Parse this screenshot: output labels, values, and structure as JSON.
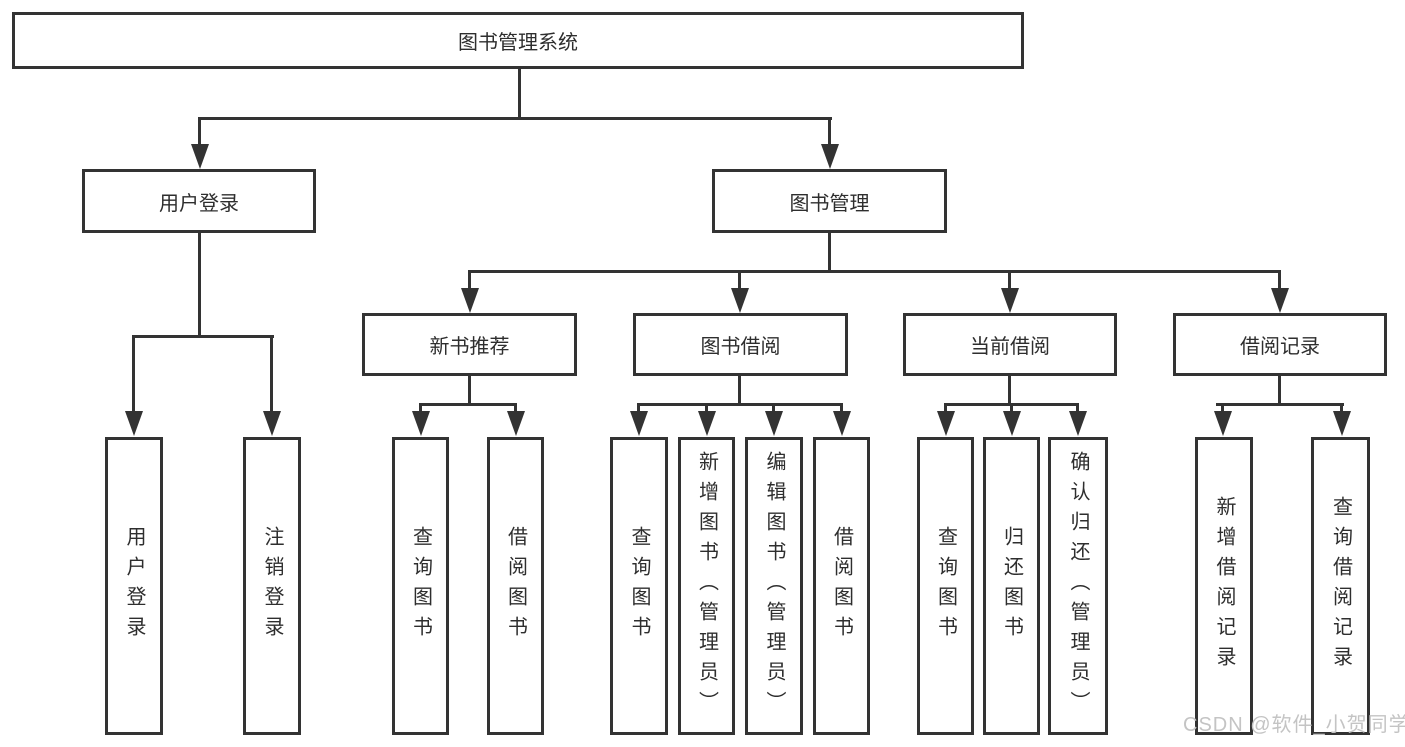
{
  "diagram_type": "tree-structure-chart",
  "colors": {
    "line": "#333333",
    "text": "#2e2e2e",
    "background": "#ffffff",
    "watermark": "#c4c4c4"
  },
  "tree": {
    "label": "图书管理系统",
    "children": [
      {
        "label": "用户登录",
        "children": [
          {
            "label": "用户登录"
          },
          {
            "label": "注销登录"
          }
        ]
      },
      {
        "label": "图书管理",
        "children": [
          {
            "label": "新书推荐",
            "children": [
              {
                "label": "查询图书"
              },
              {
                "label": "借阅图书"
              }
            ]
          },
          {
            "label": "图书借阅",
            "children": [
              {
                "label": "查询图书"
              },
              {
                "label": "新增图书（管理员）"
              },
              {
                "label": "编辑图书（管理员）"
              },
              {
                "label": "借阅图书"
              }
            ]
          },
          {
            "label": "当前借阅",
            "children": [
              {
                "label": "查询图书"
              },
              {
                "label": "归还图书"
              },
              {
                "label": "确认归还（管理员）"
              }
            ]
          },
          {
            "label": "借阅记录",
            "children": [
              {
                "label": "新增借阅记录"
              },
              {
                "label": "查询借阅记录"
              }
            ]
          }
        ]
      }
    ]
  },
  "watermark": {
    "text": "CSDN @软件_小贺同学"
  }
}
